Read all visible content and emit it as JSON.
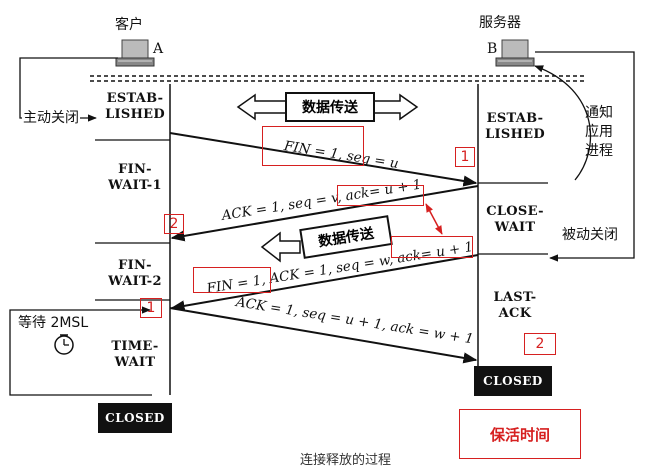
{
  "client": {
    "label": "客户",
    "host_letter": "A"
  },
  "server": {
    "label": "服务器",
    "host_letter": "B"
  },
  "client_states": {
    "established": [
      "ESTAB-",
      "LISHED"
    ],
    "fin_wait_1": [
      "FIN-",
      "WAIT-1"
    ],
    "fin_wait_2": [
      "FIN-",
      "WAIT-2"
    ],
    "time_wait": [
      "TIME-",
      "WAIT"
    ],
    "closed": "CLOSED"
  },
  "server_states": {
    "established": [
      "ESTAB-",
      "LISHED"
    ],
    "close_wait": [
      "CLOSE-",
      "WAIT"
    ],
    "last_ack": [
      "LAST-",
      "ACK"
    ],
    "closed": "CLOSED"
  },
  "side_labels": {
    "active_close": "主动关闭",
    "notify_app": [
      "通知",
      "应用",
      "进程"
    ],
    "passive_close": "被动关闭",
    "wait_2msl": "等待 2MSL"
  },
  "data_transfer_label": "数据传送",
  "segments": {
    "fin_client": "FIN = 1, seq = u",
    "ack_server": "ACK = 1, seq = v, ack= u + 1",
    "fin_server": "FIN = 1, ACK = 1, seq = w, ack= u + 1",
    "ack_client": "ACK = 1, seq = u + 1, ack = w + 1"
  },
  "annotations": {
    "tag1_right": "1",
    "tag2_left": "2",
    "tag1_left": "1",
    "tag2_right": "2",
    "keepalive": "保活时间"
  },
  "caption_partial": "连接释放的过程",
  "colors": {
    "annotation_red": "#d62020",
    "ink": "#111111"
  }
}
